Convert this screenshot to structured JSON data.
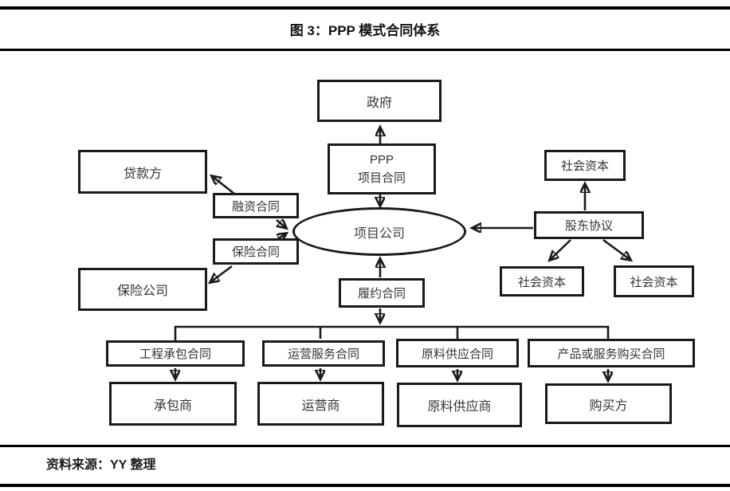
{
  "header": {
    "title": "图 3：PPP 模式合同体系"
  },
  "diagram": {
    "nodes": {
      "government": "政府",
      "ppp_line1": "PPP",
      "ppp_line2": "项目合同",
      "lender": "贷款方",
      "financing_contract": "融资合同",
      "insurance_contract": "保险合同",
      "insurance_company": "保险公司",
      "project_company": "项目公司",
      "performance_contract": "履约合同",
      "social_capital_top": "社会资本",
      "shareholder_agreement": "股东协议",
      "social_capital_left": "社会资本",
      "social_capital_right": "社会资本",
      "construction_contract": "工程承包合同",
      "operation_contract": "运营服务合同",
      "supply_contract": "原料供应合同",
      "purchase_contract": "产品或服务购买合同",
      "contractor": "承包商",
      "operator": "运营商",
      "supplier": "原料供应商",
      "buyer": "购买方"
    }
  },
  "footer": {
    "source": "资料来源：YY 整理"
  },
  "colors": {
    "rule": "#000000",
    "box_border": "#1a1a1a",
    "arrow": "#1a1a1a",
    "text": "#333333",
    "background": "#ffffff"
  }
}
